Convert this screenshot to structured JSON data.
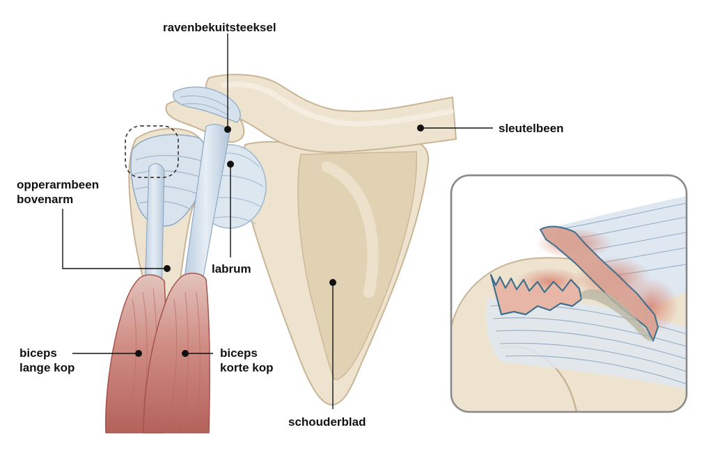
{
  "labels": {
    "coracoid": "ravenbekuitsteeksel",
    "clavicle": "sleutelbeen",
    "humerus": {
      "line1": "opperarmbeen",
      "line2": "bovenarm"
    },
    "labrum": "labrum",
    "biceps_long": {
      "line1": "biceps",
      "line2": "lange kop"
    },
    "biceps_short": {
      "line1": "biceps",
      "line2": "korte kop"
    },
    "scapula": "schouderblad"
  },
  "colors": {
    "bone": "#ede3cf",
    "bone_outline": "#c9b595",
    "tendon": "#c7d6e6",
    "tendon_line": "#8ea9c4",
    "muscle": "#c7786e",
    "muscle_dark": "#a4524a",
    "inflamed": "#dc8a78",
    "edge_blue": "#3f6f8a",
    "leader": "#111111"
  },
  "icons": [
    "leader-dot",
    "magnify-dashed-circle"
  ]
}
